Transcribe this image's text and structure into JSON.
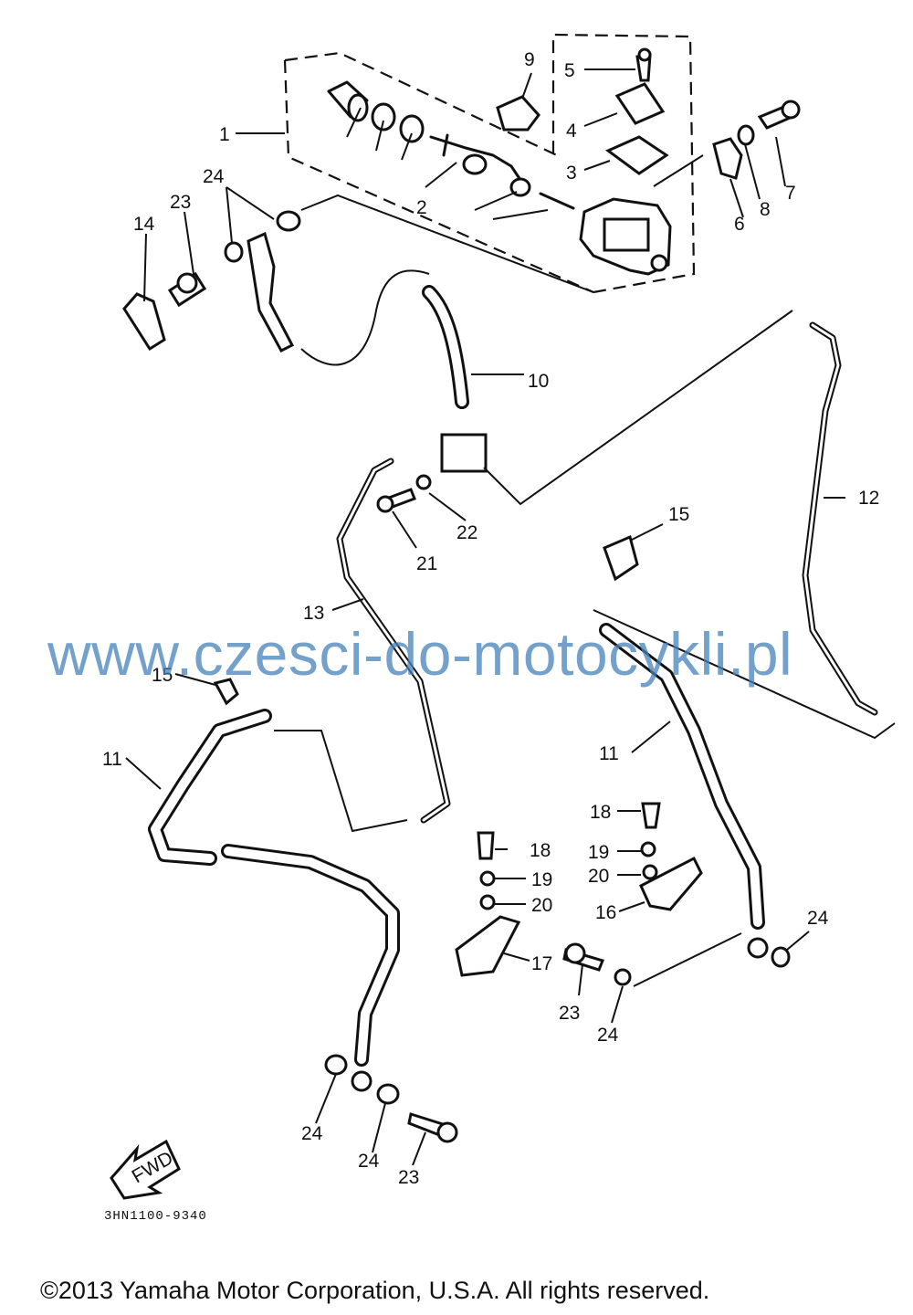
{
  "labels": {
    "l1": "1",
    "l2": "2",
    "l3": "3",
    "l4": "4",
    "l5": "5",
    "l6": "6",
    "l7": "7",
    "l8": "8",
    "l9": "9",
    "l10": "10",
    "l11a": "11",
    "l11b": "11",
    "l12": "12",
    "l13": "13",
    "l14": "14",
    "l15a": "15",
    "l15b": "15",
    "l16": "16",
    "l17": "17",
    "l18a": "18",
    "l18b": "18",
    "l19a": "19",
    "l19b": "19",
    "l20a": "20",
    "l20b": "20",
    "l21": "21",
    "l22": "22",
    "l23a": "23",
    "l23b": "23",
    "l23c": "23",
    "l24a": "24",
    "l24b": "24",
    "l24c": "24",
    "l24d": "24",
    "l24e": "24"
  },
  "fwd_label": "FWD",
  "diagram_code": "3HN1100-9340",
  "watermark": "www.czesci-do-motocykli.pl",
  "copyright": "©2013 Yamaha Motor Corporation, U.S.A. All rights reserved."
}
